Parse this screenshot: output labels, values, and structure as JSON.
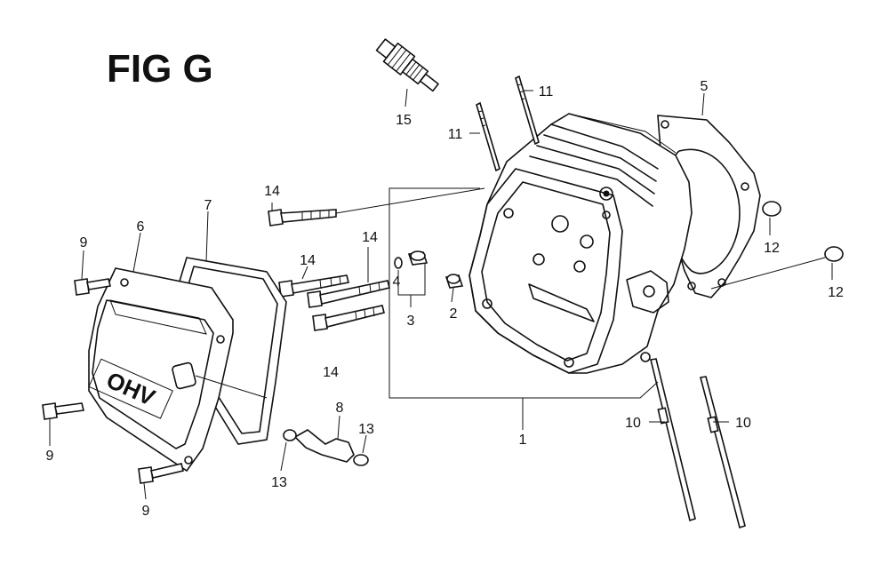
{
  "figure": {
    "title": "FIG G",
    "cover_emblem": "OHV"
  },
  "callouts": {
    "c1": "1",
    "c2": "2",
    "c3": "3",
    "c4": "4",
    "c5": "5",
    "c6": "6",
    "c7": "7",
    "c8": "8",
    "c9a": "9",
    "c9b": "9",
    "c9c": "9",
    "c10a": "10",
    "c10b": "10",
    "c11a": "11",
    "c11b": "11",
    "c12a": "12",
    "c12b": "12",
    "c13a": "13",
    "c13b": "13",
    "c14a": "14",
    "c14b": "14",
    "c14c": "14",
    "c14d": "14",
    "c15": "15"
  },
  "colors": {
    "ink": "#111111",
    "paper": "#ffffff"
  }
}
